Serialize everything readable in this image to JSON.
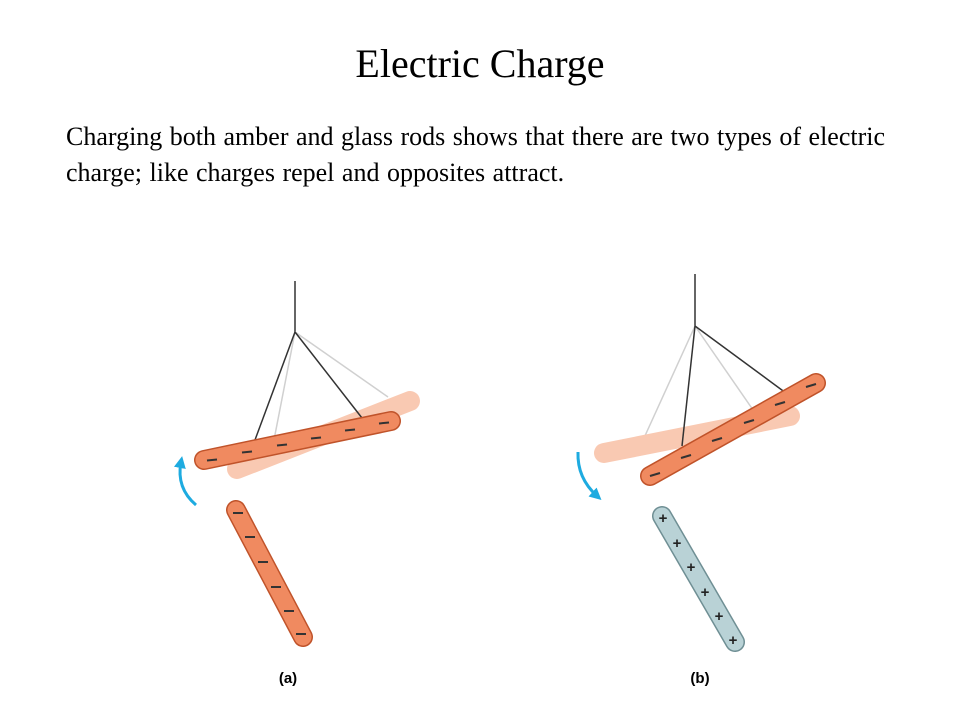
{
  "slide": {
    "title": "Electric Charge",
    "body": "Charging both amber and glass rods shows that there are two types of electric charge; like charges repel and opposites attract."
  },
  "figure": {
    "panels": [
      {
        "label": "(a)",
        "suspended_rod": "amber",
        "suspended_charge": "−",
        "moving_rod": "amber",
        "moving_charge": "−",
        "rotation": "away",
        "arrow_direction": "up"
      },
      {
        "label": "(b)",
        "suspended_rod": "amber",
        "suspended_charge": "−",
        "moving_rod": "glass",
        "moving_charge": "+",
        "rotation": "toward",
        "arrow_direction": "down"
      }
    ],
    "colors": {
      "amber_rod": "#f08a60",
      "amber_rod_faded": "#f9c9b2",
      "glass_rod": "#b9d2d6",
      "arrow": "#1eabe0",
      "string": "#333333",
      "string_faded": "#d0d0d0"
    }
  }
}
